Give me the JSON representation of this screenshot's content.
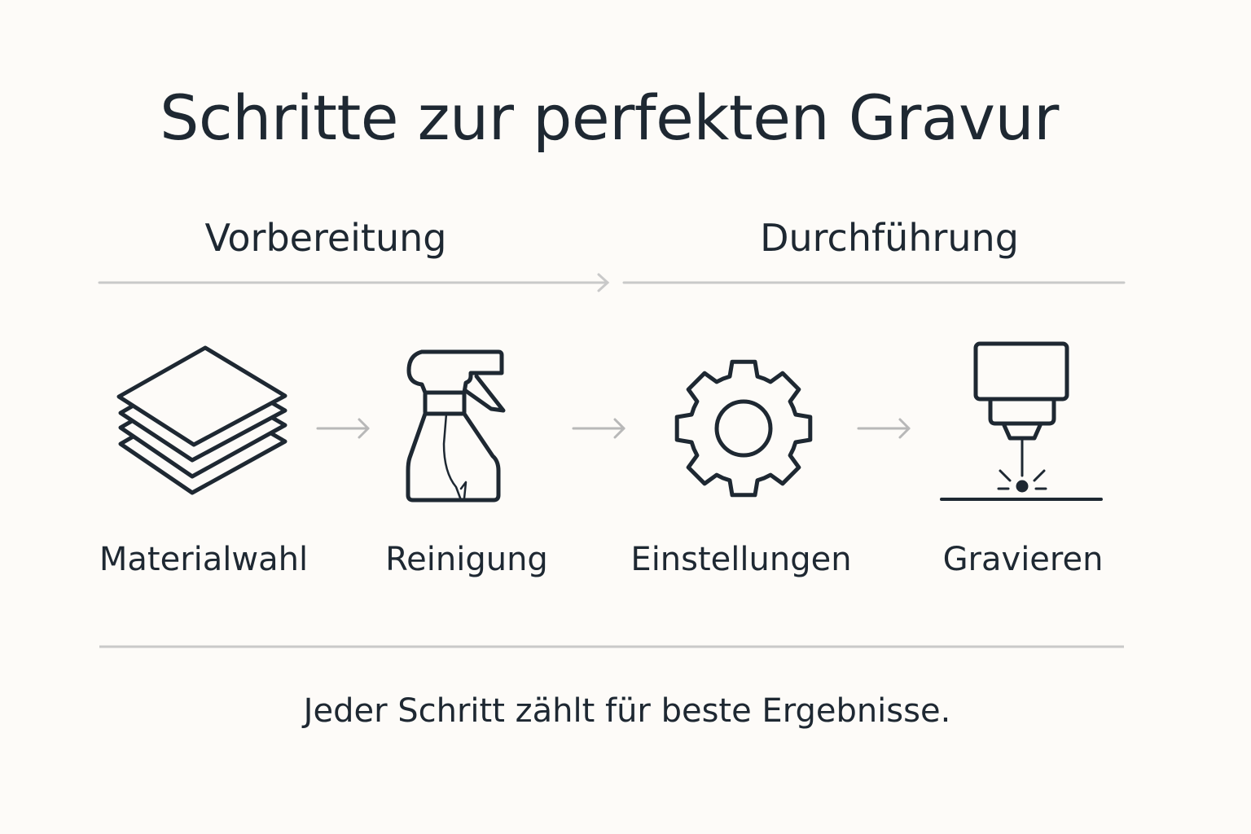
{
  "title": "Schritte zur perfekten Gravur",
  "phases": [
    {
      "label": "Vorbereitung"
    },
    {
      "label": "Durchführung"
    }
  ],
  "steps": [
    {
      "label": "Materialwahl",
      "icon": "stacked-sheets-icon"
    },
    {
      "label": "Reinigung",
      "icon": "spray-bottle-icon"
    },
    {
      "label": "Einstellungen",
      "icon": "gear-icon"
    },
    {
      "label": "Gravieren",
      "icon": "laser-engraver-icon"
    }
  ],
  "footer": "Jeder Schritt zählt für beste Ergebnisse.",
  "colors": {
    "background": "#fdfbf8",
    "ink": "#1e2832",
    "rule": "#c9c9c9",
    "arrow": "#b8b8b8"
  }
}
